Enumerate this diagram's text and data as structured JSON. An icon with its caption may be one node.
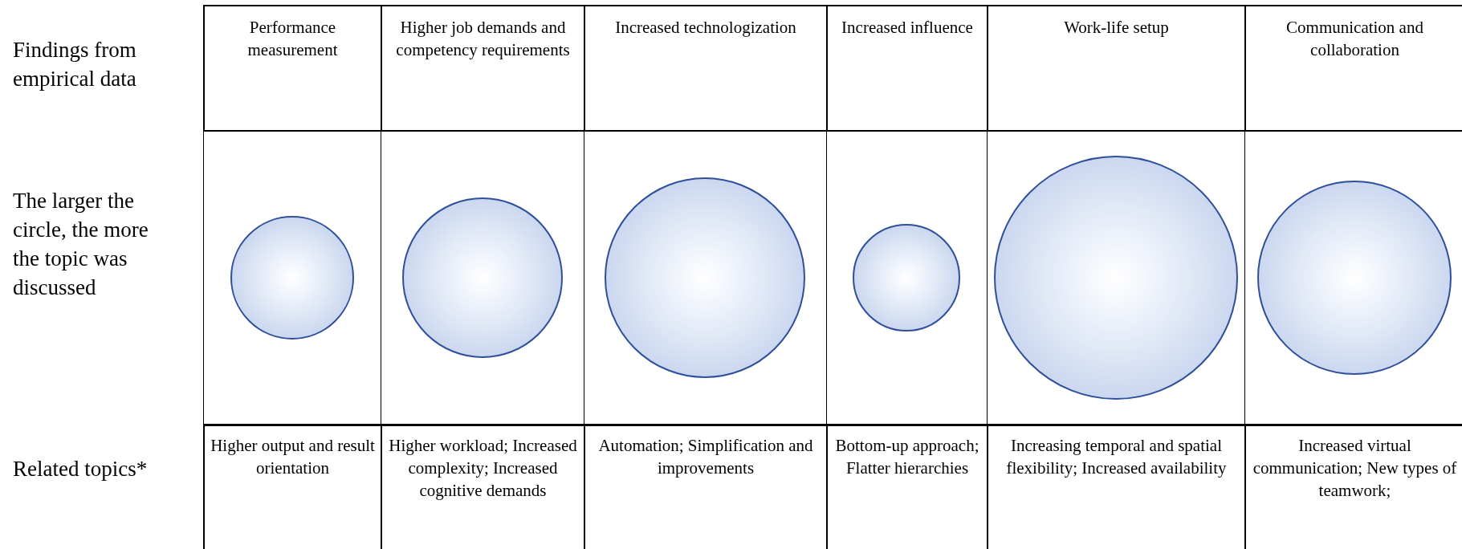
{
  "diagram": {
    "nodes": [
      {
        "text": [
          "Performance measurement"
        ]
      },
      {
        "text": [
          "Higher job demands and competency requirements"
        ]
      },
      {
        "text": [
          "Increased technologization"
        ]
      },
      {
        "text": [
          "Increased influence"
        ]
      },
      {
        "text": [
          "Work-life setup"
        ]
      },
      {
        "text": [
          "Communication and collaboration"
        ]
      },
      {
        "text": [],
        "shape": "circle"
      },
      {
        "text": [],
        "shape": "circle"
      },
      {
        "text": [],
        "shape": "circle"
      },
      {
        "text": [],
        "shape": "circle"
      },
      {
        "text": [],
        "shape": "circle"
      },
      {
        "text": [],
        "shape": "circle"
      },
      {
        "text": [
          "Higher output and result orientation"
        ]
      },
      {
        "text": [
          "Higher workload; Increased complexity; Increased cognitive demands"
        ]
      },
      {
        "text": [
          "Automation; Simplification and improvements"
        ]
      },
      {
        "text": [
          "Bottom-up approach; Flatter hierarchies"
        ]
      },
      {
        "text": [
          "Increasing temporal and spatial flexibility; Increased availability"
        ]
      },
      {
        "text": [
          "Increased virtual communication; New types of teamwork;"
        ]
      }
    ],
    "labels": [
      "Findings from empirical data",
      "The larger the circle, the more the topic was discussed",
      "Related topics*"
    ]
  }
}
